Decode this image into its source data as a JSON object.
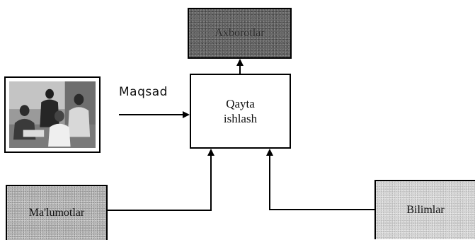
{
  "diagram": {
    "nodes": {
      "output": {
        "label": "Axborotlar"
      },
      "process": {
        "line1": "Qayta",
        "line2": "ishlash"
      },
      "data": {
        "label": "Ma'lumotlar"
      },
      "knowledge": {
        "label": "Bilimlar"
      }
    },
    "edge_labels": {
      "goal": "Maqsad"
    },
    "image": {
      "icon": "people-meeting-photo"
    },
    "colors": {
      "output_fill": "#5b5b5b",
      "data_fill": "#b8b8b8",
      "knowledge_fill": "#d6d6d6",
      "line": "#000000"
    }
  }
}
